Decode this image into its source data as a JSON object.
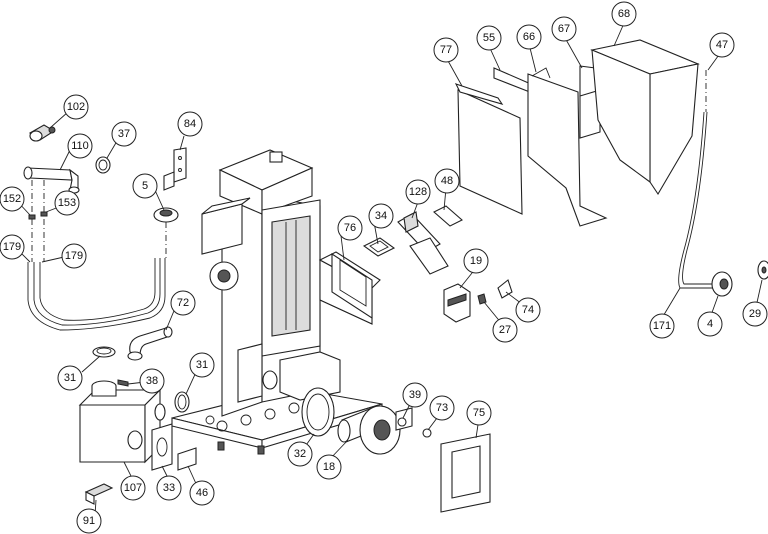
{
  "diagram": {
    "type": "exploded-parts-view",
    "callouts": [
      "102",
      "110",
      "37",
      "84",
      "5",
      "152",
      "153",
      "179",
      "179",
      "72",
      "31",
      "38",
      "31",
      "107",
      "33",
      "46",
      "91",
      "76",
      "34",
      "128",
      "48",
      "19",
      "27",
      "74",
      "77",
      "55",
      "66",
      "67",
      "68",
      "47",
      "171",
      "4",
      "29",
      "39",
      "73",
      "75",
      "32",
      "18"
    ]
  },
  "colors": {
    "line": "#222222",
    "background": "#ffffff",
    "shade": "#dcdcdc"
  }
}
